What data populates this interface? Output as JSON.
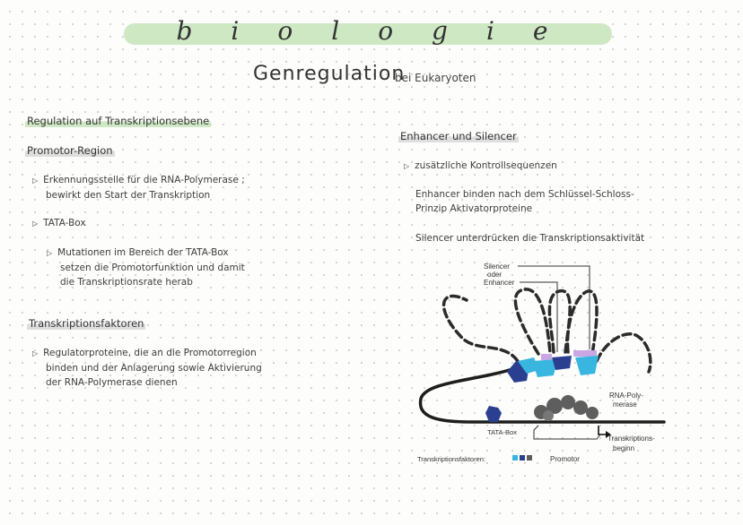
{
  "header": {
    "banner_title": "biologie"
  },
  "page": {
    "title": "Genregulation",
    "subtitle": "bei Eukaryoten"
  },
  "left": {
    "section1_heading": "Regulation auf Transkriptionsebene",
    "promotor_heading": "Promotor-Region",
    "bullet1": "Erkennungsstelle für die RNA-Polymerase ;",
    "bullet1_line2": "bewirkt den Start der Transkription",
    "bullet2": "TATA-Box",
    "subbullet": "Mutationen im Bereich der TATA-Box",
    "subbullet_line2": "setzen die Promotorfunktion und damit",
    "subbullet_line3": "die Transkriptionsrate herab",
    "tf_heading": "Transkriptionsfaktoren",
    "tf_bullet": "Regulatorproteine, die an die Promotorregion",
    "tf_bullet_line2": "binden und der Anlagerung sowie Aktivierung",
    "tf_bullet_line3": "der RNA-Polymerase dienen"
  },
  "right": {
    "heading": "Enhancer und Silencer",
    "bullet": "zusätzliche Kontrollsequenzen",
    "para1_line1": "Enhancer binden nach dem Schlüssel-Schloss-",
    "para1_line2": "Prinzip Aktivatorproteine",
    "para2": "Silencer unterdrücken die Transkriptionsaktivität"
  },
  "diagram": {
    "label_silencer": "Silencer",
    "label_oder": "oder",
    "label_enhancer": "Enhancer",
    "label_rna_pol_1": "RNA-Poly-",
    "label_rna_pol_2": "merase",
    "label_tata": "TATA-Box",
    "label_start_1": "Transkriptions-",
    "label_start_2": "beginn",
    "label_tf": "Transkriptionsfaktoren:",
    "label_promotor": "Promotor",
    "colors": {
      "dark_blue": "#2a3f8f",
      "light_blue": "#38b6e0",
      "purple": "#c9a6e4",
      "grey": "#5e5e5e",
      "green_highlight": "#cfe8c4"
    }
  }
}
